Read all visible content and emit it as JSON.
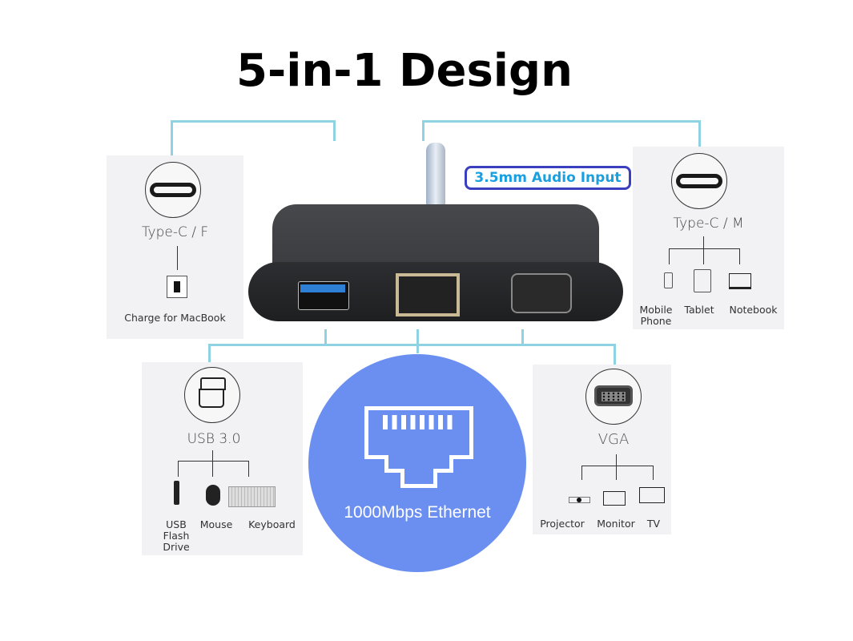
{
  "title": "5-in-1 Design",
  "callout": {
    "label": "3.5mm Audio Input",
    "border_color": "#3a3fbf",
    "text_color": "#1aa0e0"
  },
  "colors": {
    "connector_line": "#8fd3e3",
    "panel_bg": "#f2f1f3",
    "ethernet_circle": "#6b8ff0",
    "device_body": "#3a3c40"
  },
  "ports": {
    "typec_female": {
      "label": "Type-C / F",
      "sub": [
        {
          "name": "Charge for MacBook",
          "icon": "charger-icon"
        }
      ]
    },
    "typec_male": {
      "label": "Type-C / M",
      "sub": [
        {
          "name_line1": "Mobile",
          "name_line2": "Phone",
          "icon": "phone-icon"
        },
        {
          "name_line1": "Tablet",
          "name_line2": "",
          "icon": "tablet-icon"
        },
        {
          "name_line1": "Notebook",
          "name_line2": "",
          "icon": "laptop-icon"
        }
      ]
    },
    "usb": {
      "label": "USB 3.0",
      "sub": [
        {
          "name_line1": "USB",
          "name_line2": "Flash",
          "name_line3": "Drive",
          "icon": "flash-drive-icon"
        },
        {
          "name_line1": "Mouse",
          "icon": "mouse-icon"
        },
        {
          "name_line1": "Keyboard",
          "icon": "keyboard-icon"
        }
      ]
    },
    "ethernet": {
      "label": "1000Mbps Ethernet",
      "icon": "rj45-icon"
    },
    "vga": {
      "label": "VGA",
      "sub": [
        {
          "name_line1": "Projector",
          "icon": "projector-icon"
        },
        {
          "name_line1": "Monitor",
          "icon": "monitor-icon"
        },
        {
          "name_line1": "TV",
          "icon": "tv-icon"
        }
      ]
    }
  }
}
